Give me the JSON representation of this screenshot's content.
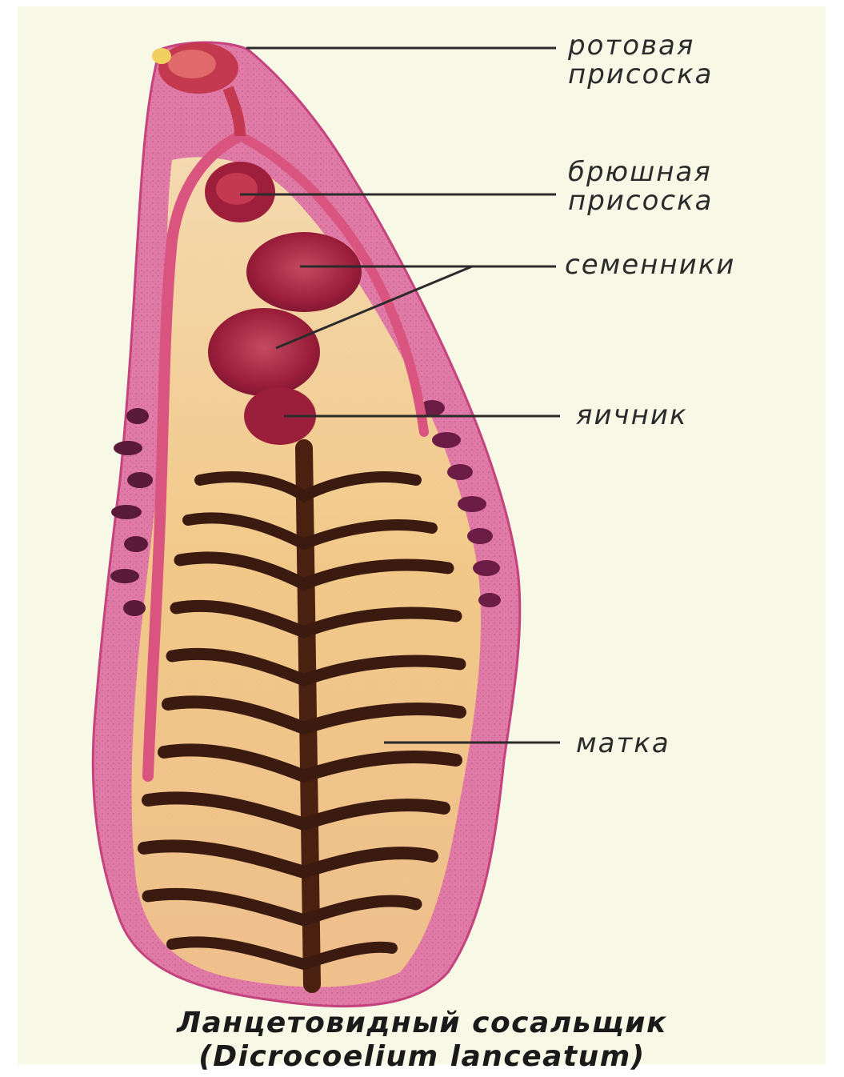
{
  "colors": {
    "background": "#f7f8e6",
    "tegument": "#d96a98",
    "interior": "#f3d48f",
    "uterus": "#3b1a10",
    "testes": "#9b1e3a",
    "line": "#2b2b2b",
    "text": "#2b2b2b"
  },
  "labels": {
    "oral_sucker_line1": "ротовая",
    "oral_sucker_line2": "присоска",
    "ventral_sucker_line1": "брюшная",
    "ventral_sucker_line2": "присоска",
    "testes": "семенники",
    "ovary": "яичник",
    "uterus": "матка"
  },
  "caption": {
    "line1": "Ланцетовидный сосальщик",
    "line2": "(Dicrocoelium lanceatum)"
  }
}
